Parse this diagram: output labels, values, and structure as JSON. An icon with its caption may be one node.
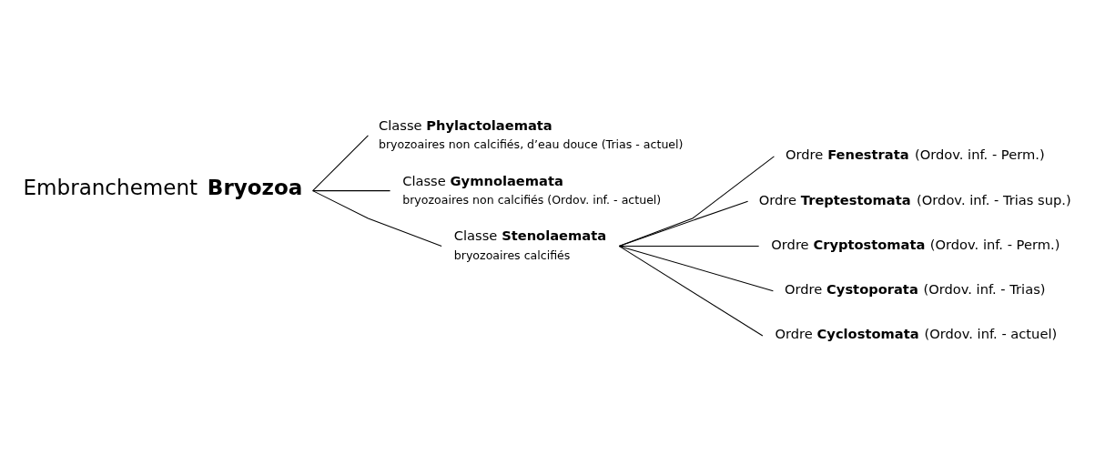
{
  "diagram": {
    "nodes": [
      {
        "text": [
          "Embranchement **Bryozoa**"
        ]
      },
      {
        "text": [
          "Classe **Phylactolaemata**",
          "bryozoaires non calcifiés, d’eau douce (Trias - actuel)"
        ]
      },
      {
        "text": [
          "Classe **Gymnolaemata**",
          "bryozoaires non calcifiés (Ordov. inf. - actuel)"
        ]
      },
      {
        "text": [
          "Classe **Stenolaemata**",
          "bryozoaires calcifiés"
        ]
      },
      {
        "text": [
          "Ordre **Fenestrata** (Ordov. inf. - Perm.)"
        ]
      },
      {
        "text": [
          "Ordre **Treptestomata** (Ordov. inf. - Trias sup.)"
        ]
      },
      {
        "text": [
          "Ordre **Cryptostomata** (Ordov. inf. - Perm.)"
        ]
      },
      {
        "text": [
          "Ordre **Cystoporata** (Ordov. inf. - Trias)"
        ]
      },
      {
        "text": [
          "Ordre **Cyclostomata** (Ordov. inf. - actuel)"
        ]
      }
    ],
    "edges": [
      {
        "from": 0,
        "to": 1,
        "arrow": "none"
      },
      {
        "from": 0,
        "to": 2,
        "arrow": "none"
      },
      {
        "from": 0,
        "to": 3,
        "arrow": "none"
      },
      {
        "from": 3,
        "to": 4,
        "arrow": "none"
      },
      {
        "from": 3,
        "to": 5,
        "arrow": "none"
      },
      {
        "from": 3,
        "to": 6,
        "arrow": "none"
      },
      {
        "from": 3,
        "to": 7,
        "arrow": "none"
      },
      {
        "from": 3,
        "to": 8,
        "arrow": "none"
      }
    ]
  }
}
